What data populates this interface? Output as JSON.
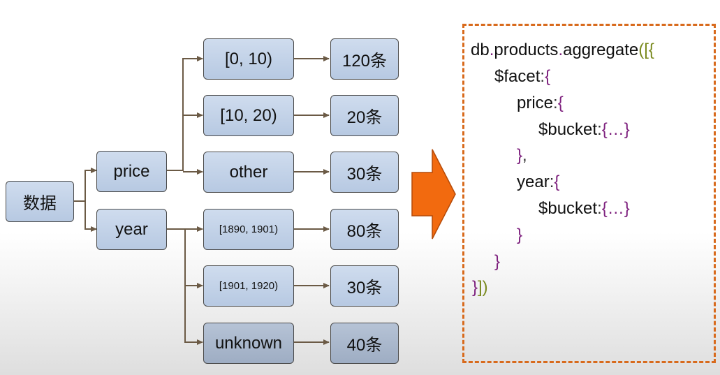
{
  "root": {
    "label": "数据"
  },
  "fields": [
    {
      "label": "price"
    },
    {
      "label": "year"
    }
  ],
  "price_buckets": [
    {
      "range": "[0, 10)",
      "count": "120条"
    },
    {
      "range": "[10, 20)",
      "count": "20条"
    },
    {
      "range": "other",
      "count": "30条"
    }
  ],
  "year_buckets": [
    {
      "range": "[1890, 1901)",
      "count": "80条"
    },
    {
      "range": "[1901, 1920)",
      "count": "30条"
    },
    {
      "range": "unknown",
      "count": "40条"
    }
  ],
  "code": {
    "l1_db": "db",
    "l1_dot1": ".",
    "l1_products": "products",
    "l1_dot2": ".",
    "l1_aggregate": "aggregate",
    "l1_open": "([{",
    "l2_facet": "$facet",
    "l2_colon": ":",
    "l2_brace": "{",
    "l3_price": "price",
    "l3_colon": ":",
    "l3_brace": "{",
    "l4_bucket": "$bucket",
    "l4_colon": ":",
    "l4_value": "{…}",
    "l5_close": "}",
    "l5_comma": ",",
    "l6_year": "year",
    "l6_colon": ":",
    "l6_brace": "{",
    "l7_bucket": "$bucket",
    "l7_colon": ":",
    "l7_value": "{…}",
    "l8_close": "}",
    "l9_close": "}",
    "l10_close": "}",
    "l10_end": "])"
  },
  "colors": {
    "node_fill": "#c4d3e8",
    "node_fill_dark": "#a8b6cc",
    "connector": "#6b5a45",
    "arrow_fill": "#f26a0f",
    "arrow_stroke": "#b54a08",
    "code_border": "#d86a1c",
    "code_keyword": "#111111",
    "code_punct": "#7d1f7d",
    "code_paren": "#7a8a1f"
  }
}
